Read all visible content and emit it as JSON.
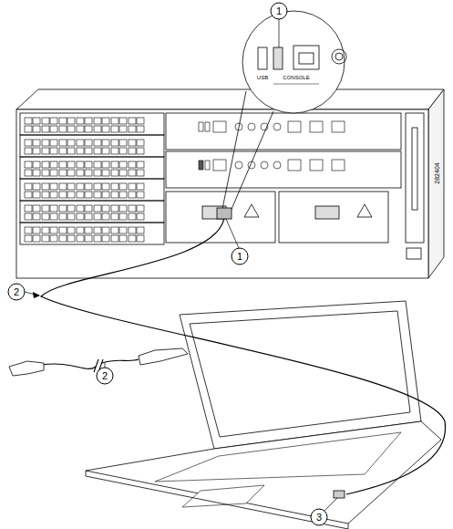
{
  "diagram": {
    "labels": [
      "1",
      "1",
      "2",
      "2",
      "3",
      "282404",
      "USB",
      "CONSOLE"
    ]
  }
}
